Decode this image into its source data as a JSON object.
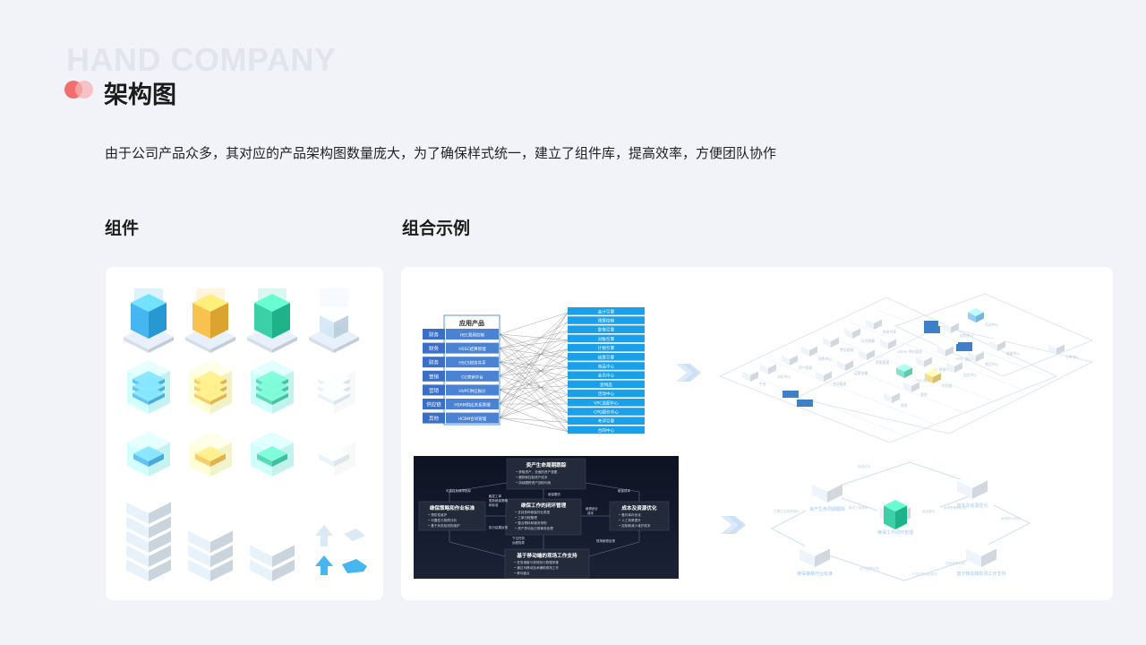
{
  "watermark": "HAND COMPANY",
  "title": "架构图",
  "description": "由于公司产品众多，其对应的产品架构图数量庞大，为了确保样式统一，建立了组件库，提高效率，方便团队协作",
  "sections": {
    "components": "组件",
    "examples": "组合示例"
  },
  "colors": {
    "blue": "#45b6f0",
    "yellow": "#f9c24e",
    "green": "#3cd0a6",
    "header_blue": "#1aa0e8",
    "accent_red": "#f26d6d"
  },
  "diagram_a": {
    "header": "应用产品",
    "rows": [
      {
        "category": "财务",
        "product": "HEC费用控制"
      },
      {
        "category": "财务",
        "product": "HSSC结算管理"
      },
      {
        "category": "财务",
        "product": "HSCS财务共享"
      },
      {
        "category": "营销",
        "product": "O2营销中台"
      },
      {
        "category": "营销",
        "product": "HVPC供应报价"
      },
      {
        "category": "供应链",
        "product": "HSRM供应关系管理"
      },
      {
        "category": "其他",
        "product": "HCBM合同管理"
      }
    ],
    "targets": [
      "会计引擎",
      "预算控制",
      "影像引擎",
      "对账引擎",
      "计税引擎",
      "结算引擎",
      "商品中心",
      "会员中心",
      "促销品",
      "活动中心",
      "VPC选配中心",
      "CPQ报价中心",
      "考评引擎",
      "合同中心"
    ]
  },
  "diagram_b": {
    "top": {
      "title": "资产生命周期跟踪",
      "items": [
        "获取资产、全面的资产视图",
        "跟踪和控制资产成本",
        "持续跟踪资产回收利用"
      ]
    },
    "left": {
      "title": "维保策略和作业标准",
      "items": [
        "预防性维护",
        "可靠性与故障分析",
        "基于状态检测的维护"
      ]
    },
    "center": {
      "title": "维保工作的闭环管理",
      "items": [
        "支持多种维保作业类型",
        "工单日程管理",
        "整合物料和服务采购",
        "资产异动及日常事务处理"
      ]
    },
    "right": {
      "title": "成本及资源优化",
      "items": [
        "备件库存优化",
        "人工效率提升",
        "控制和减少维护成本"
      ]
    },
    "bottom": {
      "title": "基于移动端的现场工作支持",
      "items": [
        "任务调度与现场执行数据采集",
        "通过可移动技术辅助现场工作",
        "移动盘点"
      ]
    },
    "labels": [
      "可靠性及故障指标",
      "触发工单",
      "更新维保策略",
      "和标准",
      "维保履历",
      "维保成本",
      "维修统计",
      "成本",
      "执行结果反馈",
      "下达任务",
      "远程指导",
      "现场维修反馈"
    ]
  },
  "iso_a": {
    "labels": [
      "平台",
      "分析中心",
      "资产管理",
      "报表中心",
      "费用报销",
      "计划预算",
      "财务共享",
      "合同管理",
      "运营支撑",
      "采购管理",
      "HSRM 供应管理",
      "HSSC 结算管理",
      "O2 营销中台",
      "HVPC 选配报价",
      "财务",
      "营销",
      "供应链",
      "会员中心",
      "商品中心",
      "渠道中心",
      "促销中心",
      "活动中心",
      "订单中心"
    ]
  },
  "iso_b": {
    "nodes": [
      "资产生命周期跟踪",
      "成本及资源优化",
      "维保工作闭环管理",
      "维保策略作业标准",
      "基于移动端现场工作支持"
    ],
    "edge_labels": [
      "维保成本",
      "可靠性及故障指标",
      "维保履历",
      "触发工单更新",
      "维保策略和标准",
      "维修统计成本",
      "执行结果反馈",
      "现场维修反馈",
      "下达任务远程指导"
    ]
  }
}
